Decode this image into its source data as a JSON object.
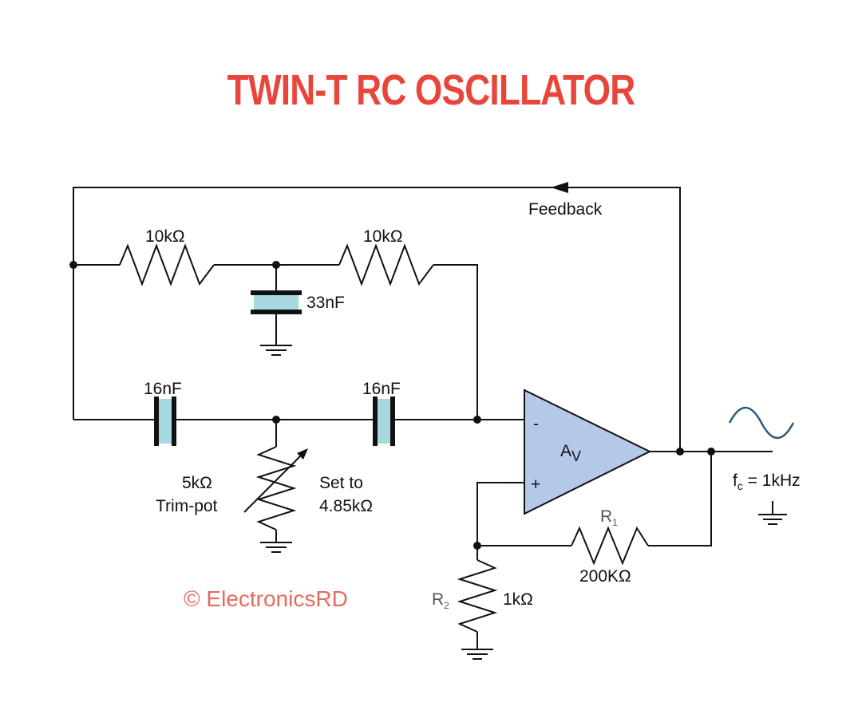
{
  "title": "TWIN-T RC OSCILLATOR",
  "labels": {
    "feedback": "Feedback",
    "r_top_left": "10kΩ",
    "r_top_right": "10kΩ",
    "c_middle": "33nF",
    "c_left": "16nF",
    "c_right": "16nF",
    "pot_value": "5kΩ",
    "pot_type": "Trim-pot",
    "set_to": "Set to",
    "set_value": "4.85kΩ",
    "opamp_gain": "A",
    "opamp_gain_sub": "V",
    "inverting": "-",
    "non_inverting": "+",
    "r1_name": "R",
    "r1_sub": "1",
    "r1_value": "200KΩ",
    "r2_name": "R",
    "r2_sub": "2",
    "r2_value": "1kΩ",
    "freq_f": "f",
    "freq_sub": "c",
    "freq_rest": " = 1kHz",
    "copyright": "© ElectronicsRD"
  },
  "colors": {
    "title": "#e8463a",
    "capacitor_fill": "#a8d8e0",
    "opamp_fill": "#b4c8e8",
    "sine_wave": "#2f5a7a",
    "copyright": "#e86a5c"
  }
}
